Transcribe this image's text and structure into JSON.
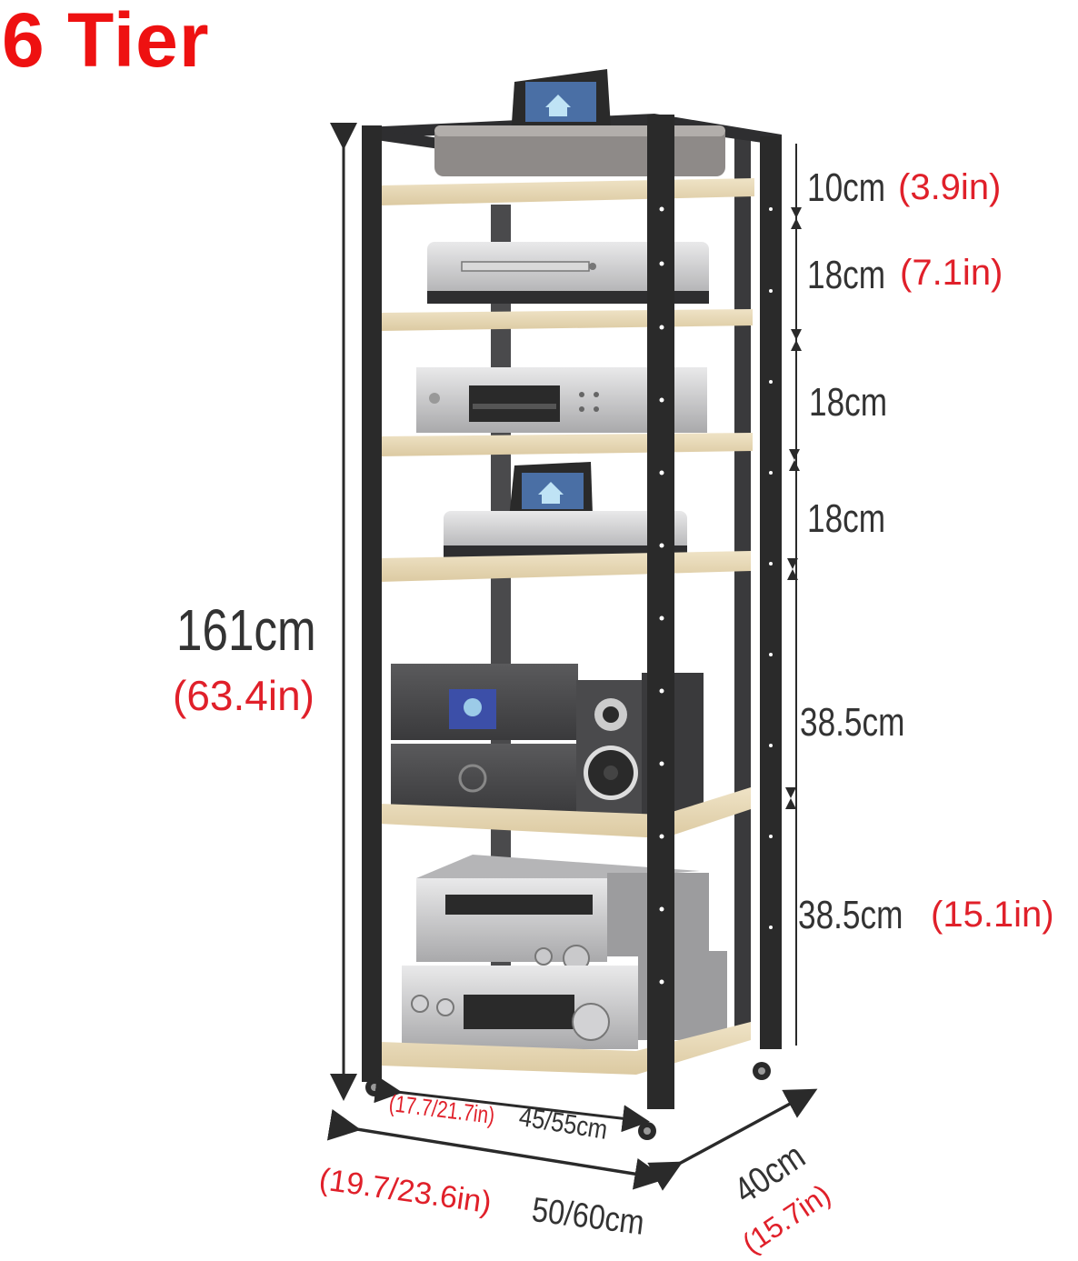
{
  "title": "6 Tier",
  "colors": {
    "title_red": "#ee1111",
    "inch_red": "#e0202a",
    "cm_dark": "#333333",
    "frame_black": "#2a2a2a",
    "shelf_wood": "#eadcbe"
  },
  "height": {
    "total_cm": "161cm",
    "total_in": "(63.4in)"
  },
  "tiers": [
    {
      "cm": "10cm",
      "in": "(3.9in)"
    },
    {
      "cm": "18cm",
      "in": "(7.1in)"
    },
    {
      "cm": "18cm",
      "in": ""
    },
    {
      "cm": "18cm",
      "in": ""
    },
    {
      "cm": "38.5cm",
      "in": ""
    },
    {
      "cm": "38.5cm",
      "in": "(15.1in)"
    }
  ],
  "base": {
    "inner_width_in": "(17.7/21.7in)",
    "inner_width_cm": "45/55cm",
    "outer_width_in": "(19.7/23.6in)",
    "outer_width_cm": "50/60cm",
    "depth_cm": "40cm",
    "depth_in": "(15.7in)"
  },
  "devices": [
    {
      "tier": 1,
      "name": "streamer with touchscreen"
    },
    {
      "tier": 2,
      "name": "silver disc player"
    },
    {
      "tier": 3,
      "name": "silver cd player"
    },
    {
      "tier": 4,
      "name": "streamer with touchscreen"
    },
    {
      "tier": 5,
      "name": "dark mini hi-fi system with speaker"
    },
    {
      "tier": 6,
      "name": "silver receiver and amplifier stack"
    }
  ]
}
